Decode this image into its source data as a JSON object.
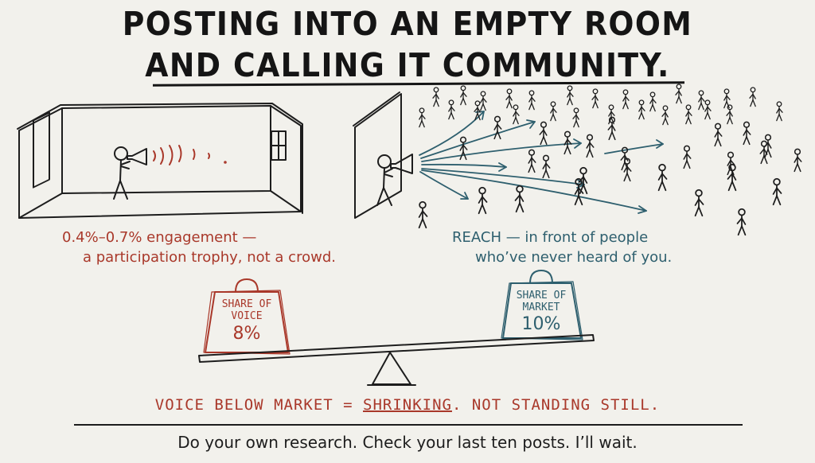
{
  "title": {
    "line1": "POSTING INTO AN EMPTY ROOM",
    "line2": "AND CALLING IT COMMUNITY."
  },
  "left_panel": {
    "caption_line1": "0.4%–0.7% engagement —",
    "caption_line2": "a participation trophy, not a crowd."
  },
  "right_panel": {
    "caption_line1": "REACH — in front of people",
    "caption_line2": "who’ve never heard of you."
  },
  "scale": {
    "left_weight": {
      "label": "SHARE OF\nVOICE",
      "value": "8%"
    },
    "right_weight": {
      "label": "SHARE OF\nMARKET",
      "value": "10%"
    }
  },
  "conclusion": {
    "before": "VOICE BELOW MARKET = ",
    "emphasis": "SHRINKING",
    "after": ". NOT STANDING STILL."
  },
  "tagline": "Do your own research. Check your last ten posts. I’ll wait.",
  "colors": {
    "ink": "#1d1d1d",
    "red": "#a9382a",
    "teal": "#2e5f6e",
    "paper": "#f2f1ec"
  }
}
